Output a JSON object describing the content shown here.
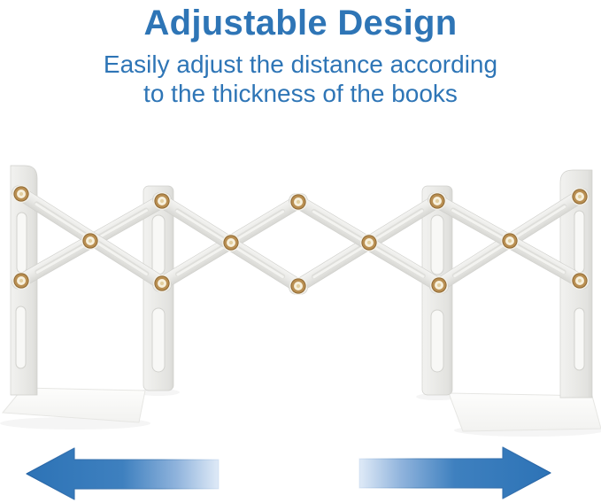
{
  "header": {
    "title": "Adjustable Design",
    "subtitle_line1": "Easily adjust the distance according",
    "subtitle_line2": "to the thickness of the books"
  },
  "illustration": {
    "alt": "White expandable accordion bookend with brass rivets, shown extended",
    "left_arrow_icon": "arrow-left",
    "right_arrow_icon": "arrow-right"
  },
  "theme": {
    "accent_blue": "#2E75B6",
    "arrow_light_blue": "#DFEAF7",
    "brass": "#B98F52",
    "metal_white": "#EAEAE7",
    "background": "#FFFFFF"
  }
}
